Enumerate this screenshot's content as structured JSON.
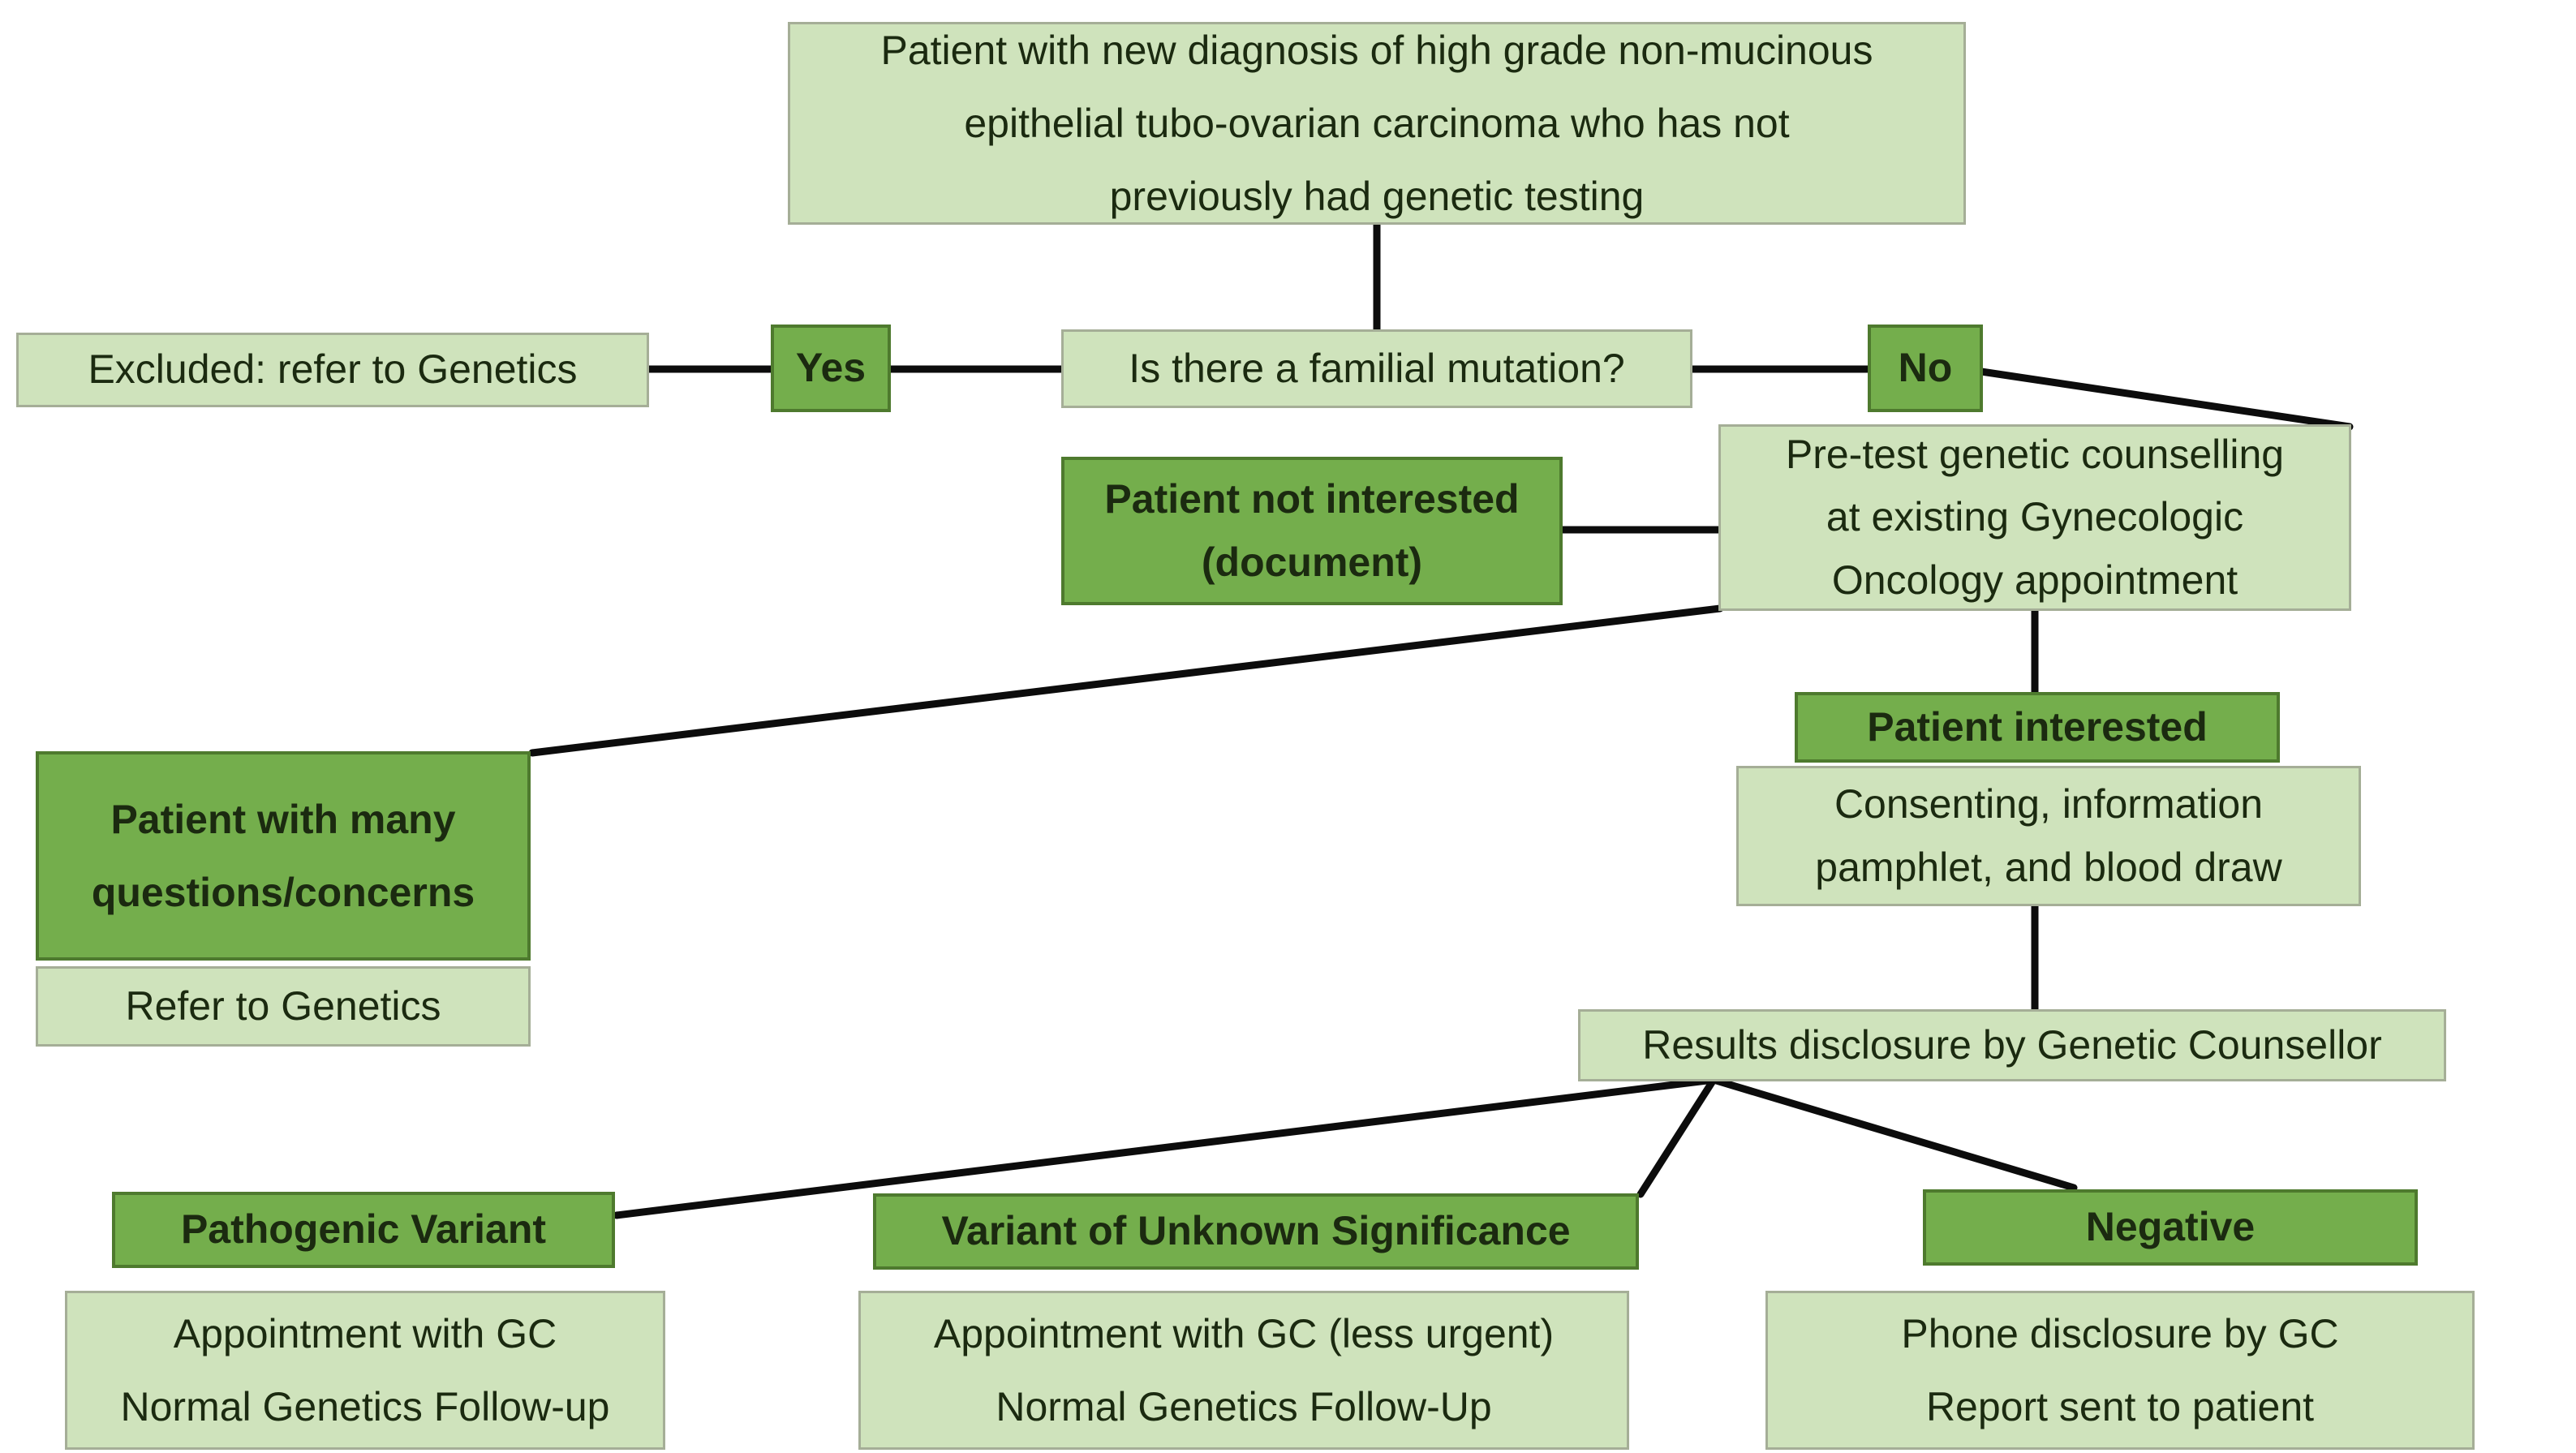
{
  "palette": {
    "light": "#cfe3bc",
    "light_border": "#a5ae97",
    "dark": "#74ae4c",
    "dark_border": "#4e7a2e",
    "text": "#1b2a10",
    "line": "#0c0c0c"
  },
  "nodes": {
    "start": "Patient with new diagnosis of high grade non-mucinous\nepithelial tubo-ovarian carcinoma who has not\npreviously had genetic testing",
    "excluded": "Excluded: refer to Genetics",
    "yes": "Yes",
    "question": "Is there a familial mutation?",
    "no": "No",
    "not_interested": "Patient not interested\n(document)",
    "pretest": "Pre-test genetic counselling\nat existing Gynecologic\nOncology appointment",
    "interested": "Patient interested",
    "consenting": "Consenting, information\npamphlet, and blood draw",
    "many_questions": "Patient with many\nquestions/concerns",
    "refer": "Refer to Genetics",
    "results": "Results disclosure by Genetic Counsellor",
    "pathogenic": "Pathogenic Variant",
    "pathogenic_detail": "Appointment with GC\nNormal Genetics Follow-up",
    "vus": "Variant of Unknown Significance",
    "vus_detail": "Appointment with GC (less urgent)\nNormal Genetics Follow-Up",
    "negative": "Negative",
    "negative_detail": "Phone disclosure by GC\nReport sent to patient"
  }
}
